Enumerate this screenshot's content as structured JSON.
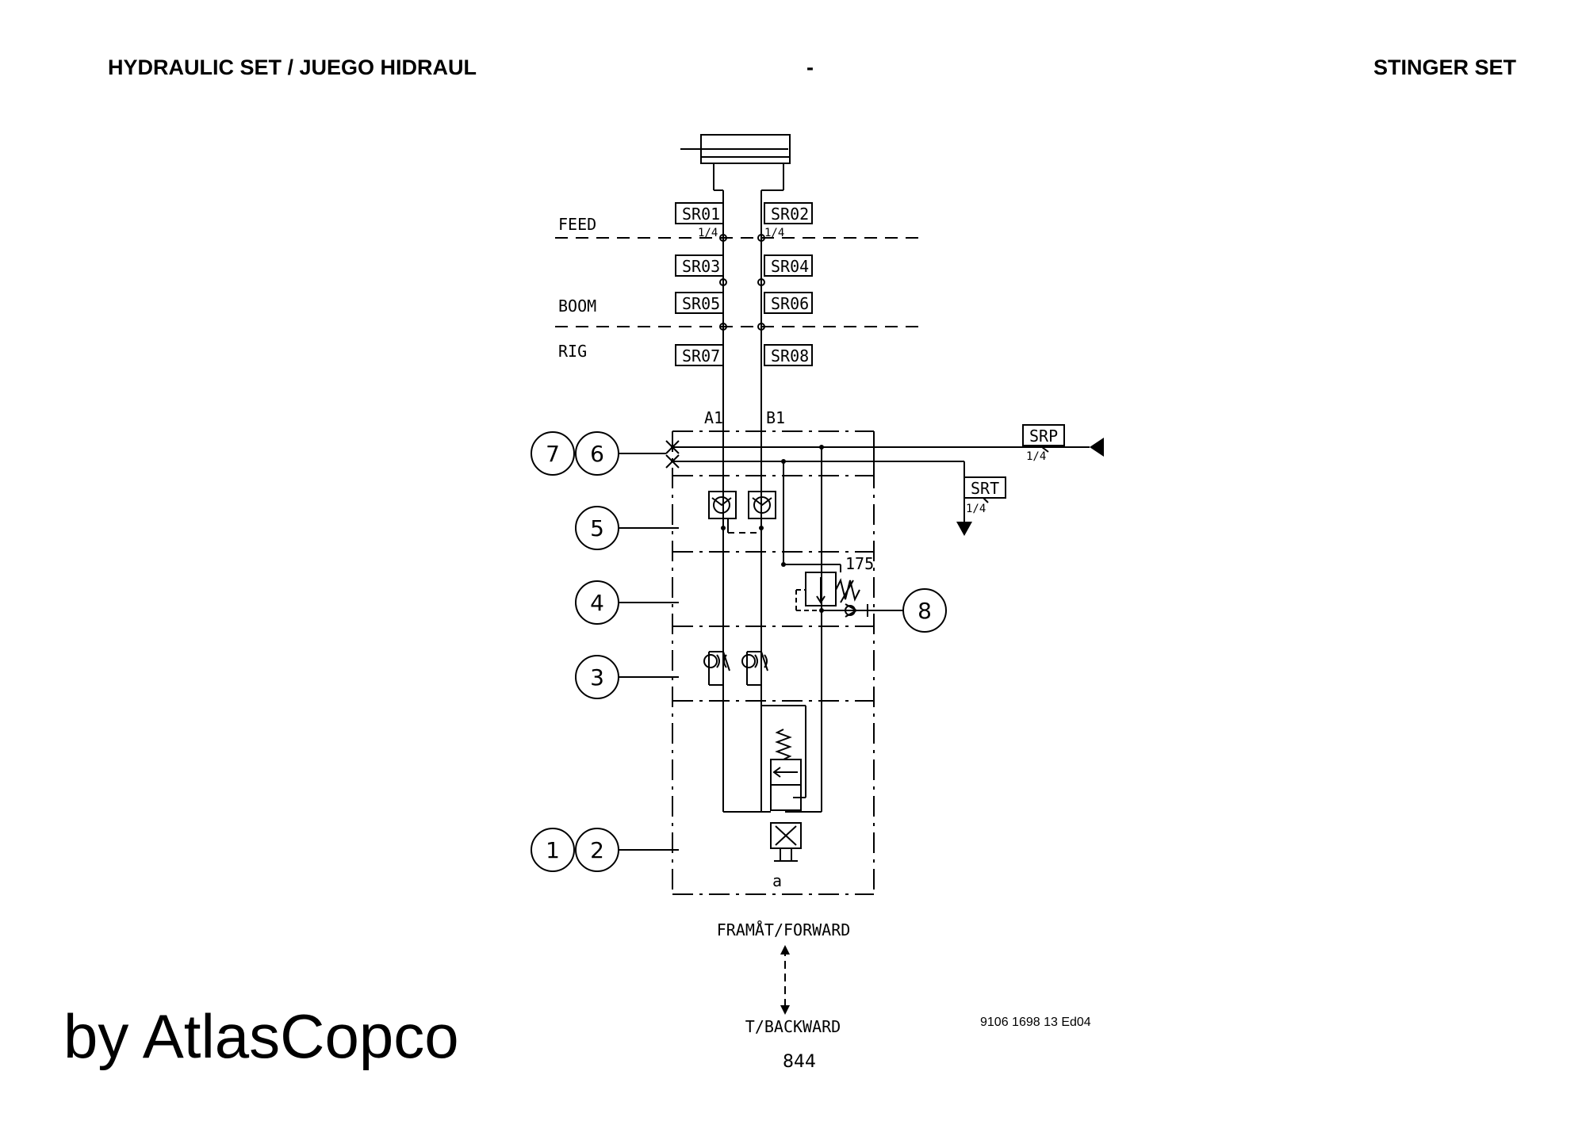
{
  "header": {
    "left": "HYDRAULIC SET / JUEGO HIDRAUL",
    "center": "-",
    "right": "STINGER SET"
  },
  "brand": "by AtlasCopco",
  "diagram": {
    "sections": [
      "FEED",
      "BOOM",
      "RIG"
    ],
    "ports": [
      "SR01",
      "SR02",
      "SR03",
      "SR04",
      "SR05",
      "SR06",
      "SR07",
      "SR08",
      "SRP",
      "SRT"
    ],
    "fraction": "1/4",
    "port_labels": {
      "a1": "A1",
      "b1": "B1",
      "a": "a"
    },
    "pressure": "175",
    "callouts": [
      "1",
      "2",
      "3",
      "4",
      "5",
      "6",
      "7",
      "8"
    ],
    "forward": "FRAMÅT/FORWARD",
    "backward": "T/BACKWARD",
    "doc_number": "9106 1698 13 Ed04",
    "page_number": "844"
  }
}
